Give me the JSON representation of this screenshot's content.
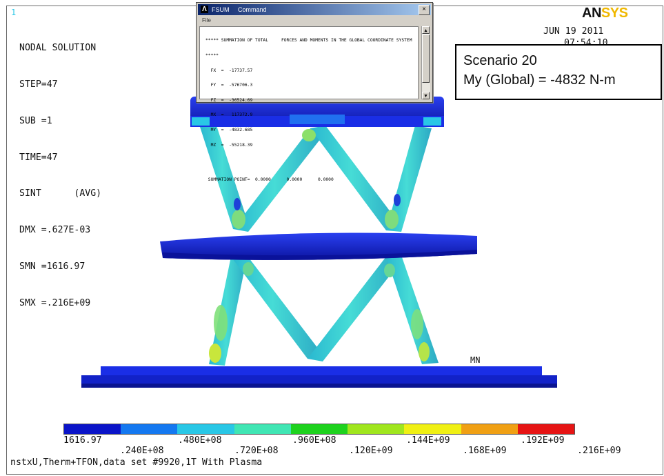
{
  "viewport": {
    "corner_number": "1",
    "status_lines": [
      "NODAL SOLUTION",
      "STEP=47",
      "SUB =1",
      "TIME=47",
      "SINT      (AVG)",
      "DMX =.627E-03",
      "SMN =1616.97",
      "SMX =.216E+09"
    ],
    "logo": {
      "an": "AN",
      "sys": "SYS"
    },
    "date": "JUN 19 2011",
    "time": "07:54:10",
    "min_label": "MN",
    "footer": "nstxU,Therm+TFON,data set #9920,1T With Plasma"
  },
  "command_window": {
    "icon_name": "ansys-icon",
    "title_cmd": "FSUM",
    "title_label": "Command",
    "close_label": "×",
    "menu": "File",
    "lines": [
      "***** SUMMATION OF TOTAL     FORCES AND MOMENTS IN THE GLOBAL COORDINATE SYSTEM",
      "*****",
      "  FX  =  -17737.57",
      "  FY  =  -576706.3",
      "  FZ  =  -36524.69",
      "  MX  =   117372.9",
      "  MY  =  -4832.685",
      "  MZ  =  -55218.39",
      "",
      "",
      " SUMMATION POINT=  0.0000      0.0000      0.0000"
    ]
  },
  "scenario": {
    "line1": "Scenario 20",
    "line2": "My (Global) = -4832 N-m"
  },
  "legend": {
    "colors": [
      "#0a14c8",
      "#1478f0",
      "#29c7e6",
      "#40e6b4",
      "#1ed21e",
      "#a0e61e",
      "#f0f014",
      "#f0a014",
      "#e61414"
    ],
    "upper_labels": [
      "1616.97",
      ".480E+08",
      ".960E+08",
      ".144E+09",
      ".192E+09"
    ],
    "lower_labels": [
      ".240E+08",
      ".720E+08",
      ".120E+09",
      ".168E+09",
      ".216E+09"
    ]
  },
  "colors": {
    "structure_blue": "#1a2ee6",
    "plate_dark": "#0c18a8",
    "strut_cyan": "#2ec8d8",
    "strut_green": "#5ed88c",
    "hotspot_yellow": "#cce63a"
  }
}
